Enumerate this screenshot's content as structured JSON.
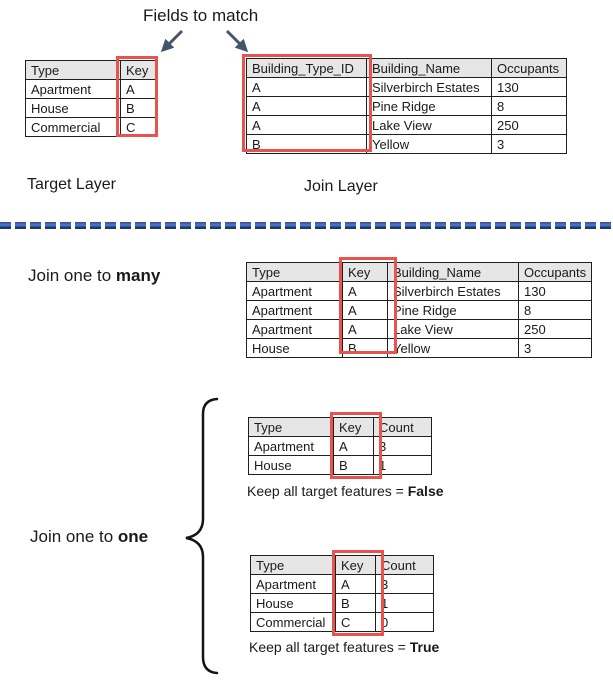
{
  "fields_to_match_label": "Fields to match",
  "target": {
    "label": "Target Layer",
    "table": {
      "headers": [
        "Type",
        "Key"
      ],
      "rows": [
        [
          "Apartment",
          "A"
        ],
        [
          "House",
          "B"
        ],
        [
          "Commercial",
          "C"
        ]
      ]
    }
  },
  "join": {
    "label": "Join Layer",
    "table": {
      "headers": [
        "Building_Type_ID",
        "Building_Name",
        "Occupants"
      ],
      "rows": [
        [
          "A",
          "Silverbirch Estates",
          "130"
        ],
        [
          "A",
          "Pine Ridge",
          "8"
        ],
        [
          "A",
          "Lake View",
          "250"
        ],
        [
          "B",
          "Yellow",
          "3"
        ]
      ]
    }
  },
  "join_many": {
    "label_prefix": "Join one to ",
    "label_bold": "many",
    "table": {
      "headers": [
        "Type",
        "Key",
        "Building_Name",
        "Occupants"
      ],
      "rows": [
        [
          "Apartment",
          "A",
          "Silverbirch Estates",
          "130"
        ],
        [
          "Apartment",
          "A",
          "Pine Ridge",
          "8"
        ],
        [
          "Apartment",
          "A",
          "Lake View",
          "250"
        ],
        [
          "House",
          "B",
          "Yellow",
          "3"
        ]
      ]
    }
  },
  "join_one": {
    "label_prefix": "Join one to ",
    "label_bold": "one",
    "false_block": {
      "table": {
        "headers": [
          "Type",
          "Key",
          "Count"
        ],
        "rows": [
          [
            "Apartment",
            "A",
            "3"
          ],
          [
            "House",
            "B",
            "1"
          ]
        ]
      },
      "caption_prefix": "Keep all target features = ",
      "caption_bold": "False"
    },
    "true_block": {
      "table": {
        "headers": [
          "Type",
          "Key",
          "Count"
        ],
        "rows": [
          [
            "Apartment",
            "A",
            "3"
          ],
          [
            "House",
            "B",
            "1"
          ],
          [
            "Commercial",
            "C",
            "0"
          ]
        ]
      },
      "caption_prefix": "Keep all target features = ",
      "caption_bold": "True"
    }
  },
  "colors": {
    "highlight_red": "#e8534e",
    "arrow_navy": "#44546a",
    "divider_blue": "#4472c4",
    "divider_dark": "#203864",
    "header_gray": "#e7e6e6"
  }
}
